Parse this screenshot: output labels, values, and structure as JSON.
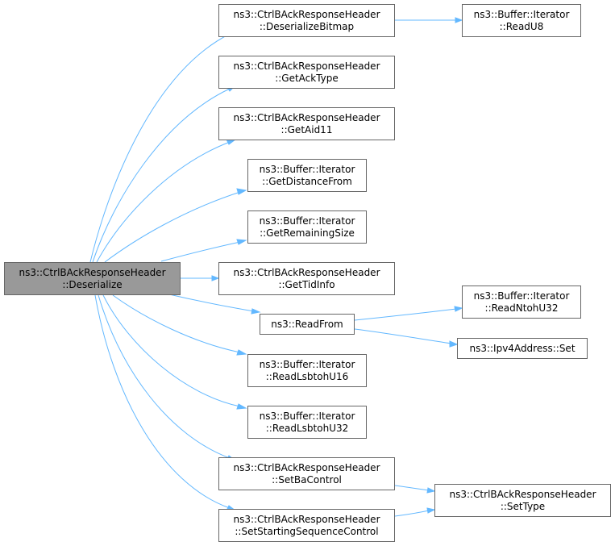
{
  "colors": {
    "edge": "#63b8ff",
    "node_border": "#666666",
    "node_fill": "#ffffff",
    "root_fill": "#999999"
  },
  "nodes": {
    "root": {
      "line1": "ns3::CtrlBAckResponseHeader",
      "line2": "::Deserialize"
    },
    "deserialize_bitmap": {
      "line1": "ns3::CtrlBAckResponseHeader",
      "line2": "::DeserializeBitmap"
    },
    "read_u8": {
      "line1": "ns3::Buffer::Iterator",
      "line2": "::ReadU8"
    },
    "get_ack_type": {
      "line1": "ns3::CtrlBAckResponseHeader",
      "line2": "::GetAckType"
    },
    "get_aid11": {
      "line1": "ns3::CtrlBAckResponseHeader",
      "line2": "::GetAid11"
    },
    "get_distance_from": {
      "line1": "ns3::Buffer::Iterator",
      "line2": "::GetDistanceFrom"
    },
    "get_remaining_size": {
      "line1": "ns3::Buffer::Iterator",
      "line2": "::GetRemainingSize"
    },
    "get_tid_info": {
      "line1": "ns3::CtrlBAckResponseHeader",
      "line2": "::GetTidInfo"
    },
    "read_from": {
      "line1": "ns3::ReadFrom"
    },
    "read_ntoh_u32": {
      "line1": "ns3::Buffer::Iterator",
      "line2": "::ReadNtohU32"
    },
    "ipv4_set": {
      "line1": "ns3::Ipv4Address::Set"
    },
    "read_lsbtoh_u16": {
      "line1": "ns3::Buffer::Iterator",
      "line2": "::ReadLsbtohU16"
    },
    "read_lsbtoh_u32": {
      "line1": "ns3::Buffer::Iterator",
      "line2": "::ReadLsbtohU32"
    },
    "set_ba_control": {
      "line1": "ns3::CtrlBAckResponseHeader",
      "line2": "::SetBaControl"
    },
    "set_type": {
      "line1": "ns3::CtrlBAckResponseHeader",
      "line2": "::SetType"
    },
    "set_starting_sequence_control": {
      "line1": "ns3::CtrlBAckResponseHeader",
      "line2": "::SetStartingSequenceControl"
    }
  },
  "edges": [
    [
      "root",
      "deserialize_bitmap"
    ],
    [
      "root",
      "get_ack_type"
    ],
    [
      "root",
      "get_aid11"
    ],
    [
      "root",
      "get_distance_from"
    ],
    [
      "root",
      "get_remaining_size"
    ],
    [
      "root",
      "get_tid_info"
    ],
    [
      "root",
      "read_from"
    ],
    [
      "root",
      "read_lsbtoh_u16"
    ],
    [
      "root",
      "read_lsbtoh_u32"
    ],
    [
      "root",
      "set_ba_control"
    ],
    [
      "root",
      "set_starting_sequence_control"
    ],
    [
      "deserialize_bitmap",
      "read_u8"
    ],
    [
      "read_from",
      "read_ntoh_u32"
    ],
    [
      "read_from",
      "ipv4_set"
    ],
    [
      "set_ba_control",
      "set_type"
    ],
    [
      "set_starting_sequence_control",
      "set_type"
    ]
  ]
}
